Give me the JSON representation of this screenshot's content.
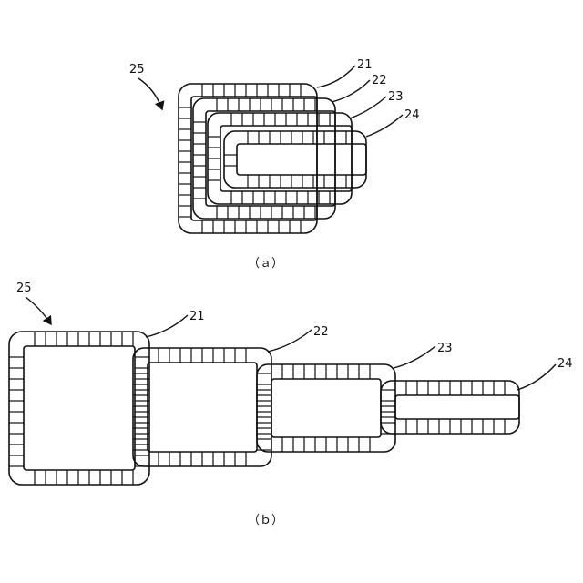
{
  "figure_a": {
    "caption": "（ａ）",
    "assembly_label": "25",
    "segment_labels": [
      "21",
      "22",
      "23",
      "24"
    ]
  },
  "figure_b": {
    "caption": "（ｂ）",
    "assembly_label": "25",
    "segment_labels": [
      "21",
      "22",
      "23",
      "24"
    ]
  }
}
